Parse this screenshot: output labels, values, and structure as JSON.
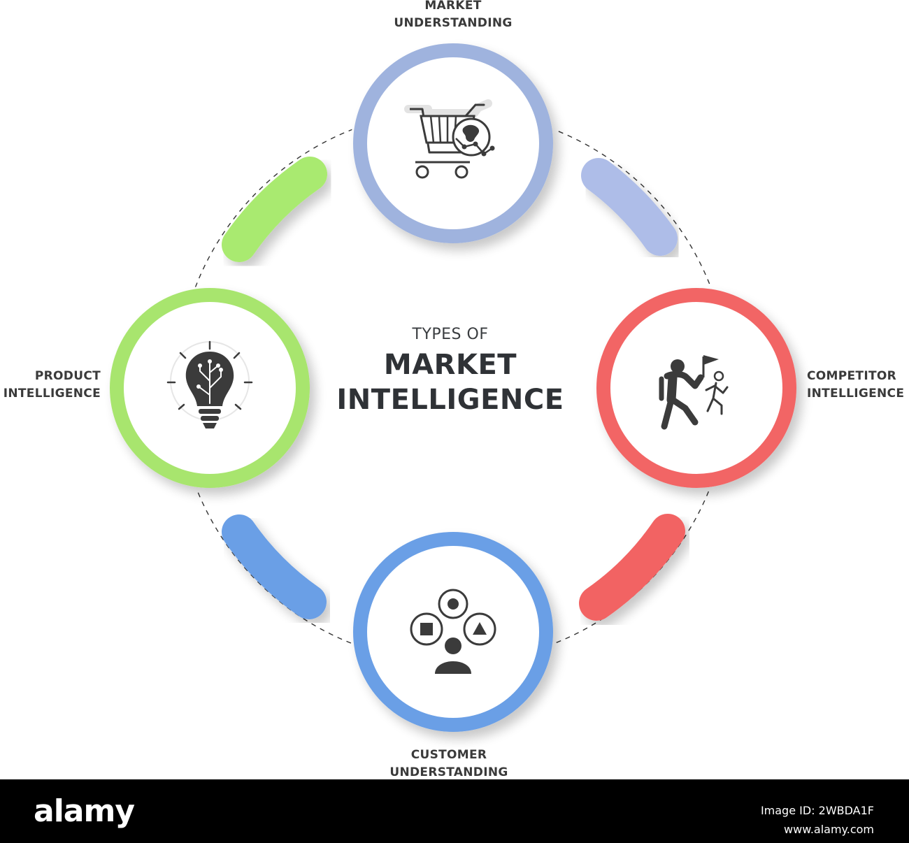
{
  "center": {
    "subtitle": "TYPES OF",
    "title_line1": "MARKET",
    "title_line2": "INTELLIGENCE"
  },
  "nodes": [
    {
      "id": "market-understanding",
      "label_line1": "MARKET",
      "label_line2": "UNDERSTANDING",
      "color": "#9fb3de",
      "icon": "shopping-cart-globe-icon"
    },
    {
      "id": "competitor-intelligence",
      "label_line1": "COMPETITOR",
      "label_line2": "INTELLIGENCE",
      "color": "#f26565",
      "icon": "competitor-race-icon"
    },
    {
      "id": "customer-understanding",
      "label_line1": "CUSTOMER",
      "label_line2": "UNDERSTANDING",
      "color": "#6a9fe6",
      "icon": "customer-choices-icon"
    },
    {
      "id": "product-intelligence",
      "label_line1": "PRODUCT",
      "label_line2": "INTELLIGENCE",
      "color": "#a8e56e",
      "icon": "lightbulb-idea-icon"
    }
  ],
  "connectors": {
    "top_right_color": "#aebde8",
    "bottom_right_color": "#f26464",
    "bottom_left_color": "#6a9fe6",
    "top_left_color": "#a9ea6f",
    "dash_color": "#333333"
  },
  "footer": {
    "brand": "alamy",
    "image_id": "Image ID: 2WBDA1F",
    "url": "www.alamy.com"
  }
}
